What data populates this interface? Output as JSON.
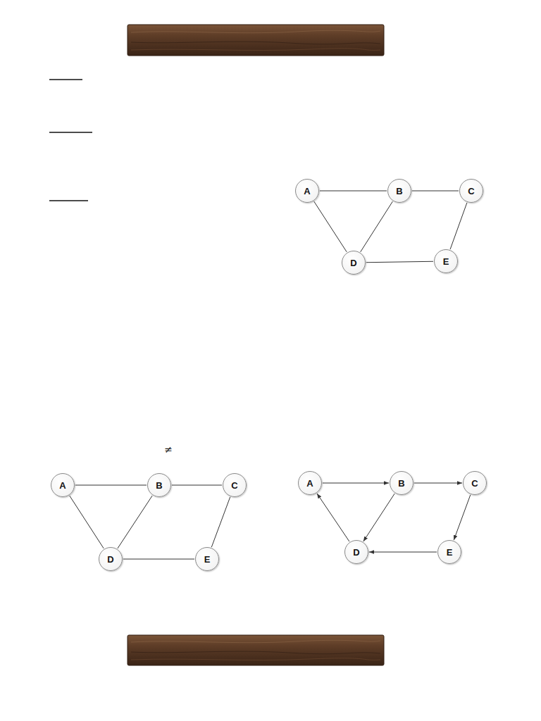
{
  "diagram": {
    "nodes": [
      {
        "text": [
          "A"
        ]
      },
      {
        "text": [
          "B"
        ]
      },
      {
        "text": [
          "C"
        ]
      },
      {
        "text": [
          "D"
        ]
      },
      {
        "text": [
          "E"
        ]
      },
      {
        "text": [
          "A"
        ]
      },
      {
        "text": [
          "B"
        ]
      },
      {
        "text": [
          "C"
        ]
      },
      {
        "text": [
          "D"
        ]
      },
      {
        "text": [
          "E"
        ]
      },
      {
        "text": [
          "A"
        ]
      },
      {
        "text": [
          "B"
        ]
      },
      {
        "text": [
          "C"
        ]
      },
      {
        "text": [
          "D"
        ]
      },
      {
        "text": [
          "E"
        ]
      }
    ],
    "edges": [
      {
        "from": 0,
        "to": 1,
        "arrow": "none"
      },
      {
        "from": 1,
        "to": 2,
        "arrow": "none"
      },
      {
        "from": 0,
        "to": 3,
        "arrow": "none"
      },
      {
        "from": 1,
        "to": 3,
        "arrow": "none"
      },
      {
        "from": 3,
        "to": 4,
        "arrow": "none"
      },
      {
        "from": 2,
        "to": 4,
        "arrow": "none"
      },
      {
        "from": 5,
        "to": 6,
        "arrow": "none"
      },
      {
        "from": 6,
        "to": 7,
        "arrow": "none"
      },
      {
        "from": 5,
        "to": 8,
        "arrow": "none"
      },
      {
        "from": 6,
        "to": 8,
        "arrow": "none"
      },
      {
        "from": 8,
        "to": 9,
        "arrow": "none"
      },
      {
        "from": 7,
        "to": 9,
        "arrow": "none"
      },
      {
        "from": 10,
        "to": 11,
        "arrow": "to"
      },
      {
        "from": 11,
        "to": 12,
        "arrow": "to"
      },
      {
        "from": 12,
        "to": 14,
        "arrow": "to"
      },
      {
        "from": 14,
        "to": 13,
        "arrow": "to"
      },
      {
        "from": 11,
        "to": 13,
        "arrow": "to"
      },
      {
        "from": 13,
        "to": 10,
        "arrow": "to"
      }
    ],
    "labels": [
      "≠"
    ]
  }
}
